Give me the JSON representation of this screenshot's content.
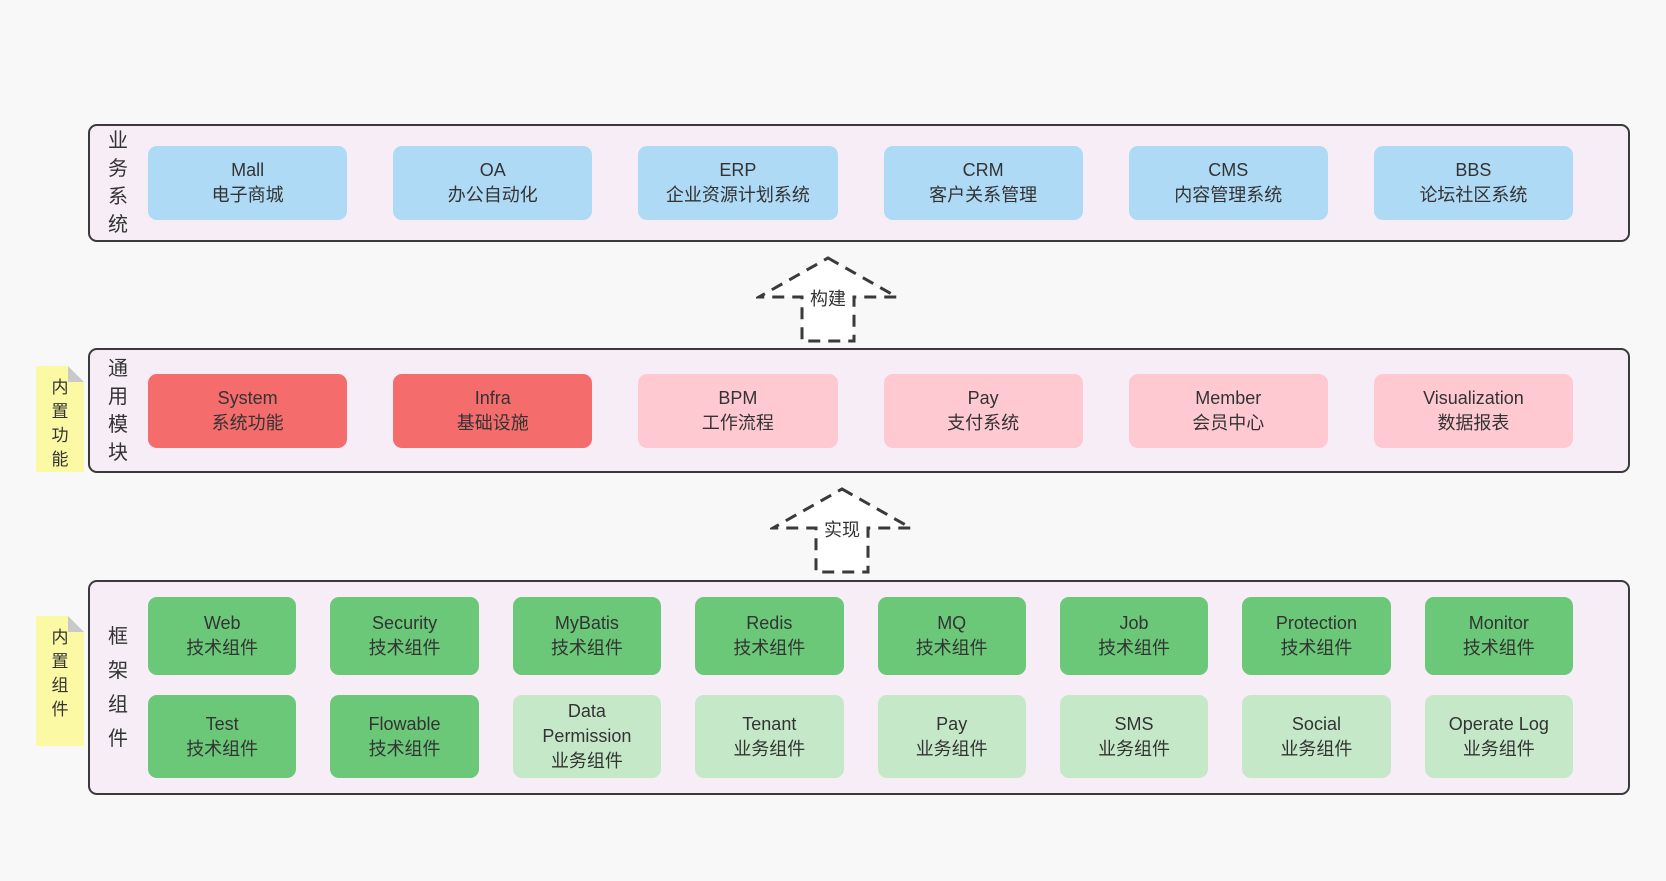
{
  "colors": {
    "page_bg": "#f8f8f8",
    "band_bg": "#f7edf6",
    "band_border": "#3a3a3a",
    "blue": "#aedaf5",
    "red": "#f56c6c",
    "pink": "#ffc9d2",
    "green": "#6ac878",
    "light_green": "#c5e9c8",
    "note_yellow": "#fbf9a3",
    "note_fold": "#c9c9c9",
    "text": "#333333"
  },
  "bands": {
    "business": {
      "label": "业务系统",
      "boxes": [
        {
          "name": "Mall",
          "sub": "电子商城"
        },
        {
          "name": "OA",
          "sub": "办公自动化"
        },
        {
          "name": "ERP",
          "sub": "企业资源计划系统"
        },
        {
          "name": "CRM",
          "sub": "客户关系管理"
        },
        {
          "name": "CMS",
          "sub": "内容管理系统"
        },
        {
          "name": "BBS",
          "sub": "论坛社区系统"
        }
      ]
    },
    "modules": {
      "label": "通用模块",
      "note": "内置功能",
      "boxes": [
        {
          "name": "System",
          "sub": "系统功能"
        },
        {
          "name": "Infra",
          "sub": "基础设施"
        },
        {
          "name": "BPM",
          "sub": "工作流程"
        },
        {
          "name": "Pay",
          "sub": "支付系统"
        },
        {
          "name": "Member",
          "sub": "会员中心"
        },
        {
          "name": "Visualization",
          "sub": "数据报表"
        }
      ]
    },
    "framework": {
      "label": "框架组件",
      "note": "内置组件",
      "row1": [
        {
          "name": "Web",
          "sub": "技术组件"
        },
        {
          "name": "Security",
          "sub": "技术组件"
        },
        {
          "name": "MyBatis",
          "sub": "技术组件"
        },
        {
          "name": "Redis",
          "sub": "技术组件"
        },
        {
          "name": "MQ",
          "sub": "技术组件"
        },
        {
          "name": "Job",
          "sub": "技术组件"
        },
        {
          "name": "Protection",
          "sub": "技术组件"
        },
        {
          "name": "Monitor",
          "sub": "技术组件"
        }
      ],
      "row2": [
        {
          "name": "Test",
          "sub": "技术组件"
        },
        {
          "name": "Flowable",
          "sub": "技术组件"
        },
        {
          "name": "Data Permission",
          "sub": "业务组件"
        },
        {
          "name": "Tenant",
          "sub": "业务组件"
        },
        {
          "name": "Pay",
          "sub": "业务组件"
        },
        {
          "name": "SMS",
          "sub": "业务组件"
        },
        {
          "name": "Social",
          "sub": "业务组件"
        },
        {
          "name": "Operate Log",
          "sub": "业务组件"
        }
      ]
    }
  },
  "arrows": {
    "build": "构建",
    "implement": "实现"
  }
}
